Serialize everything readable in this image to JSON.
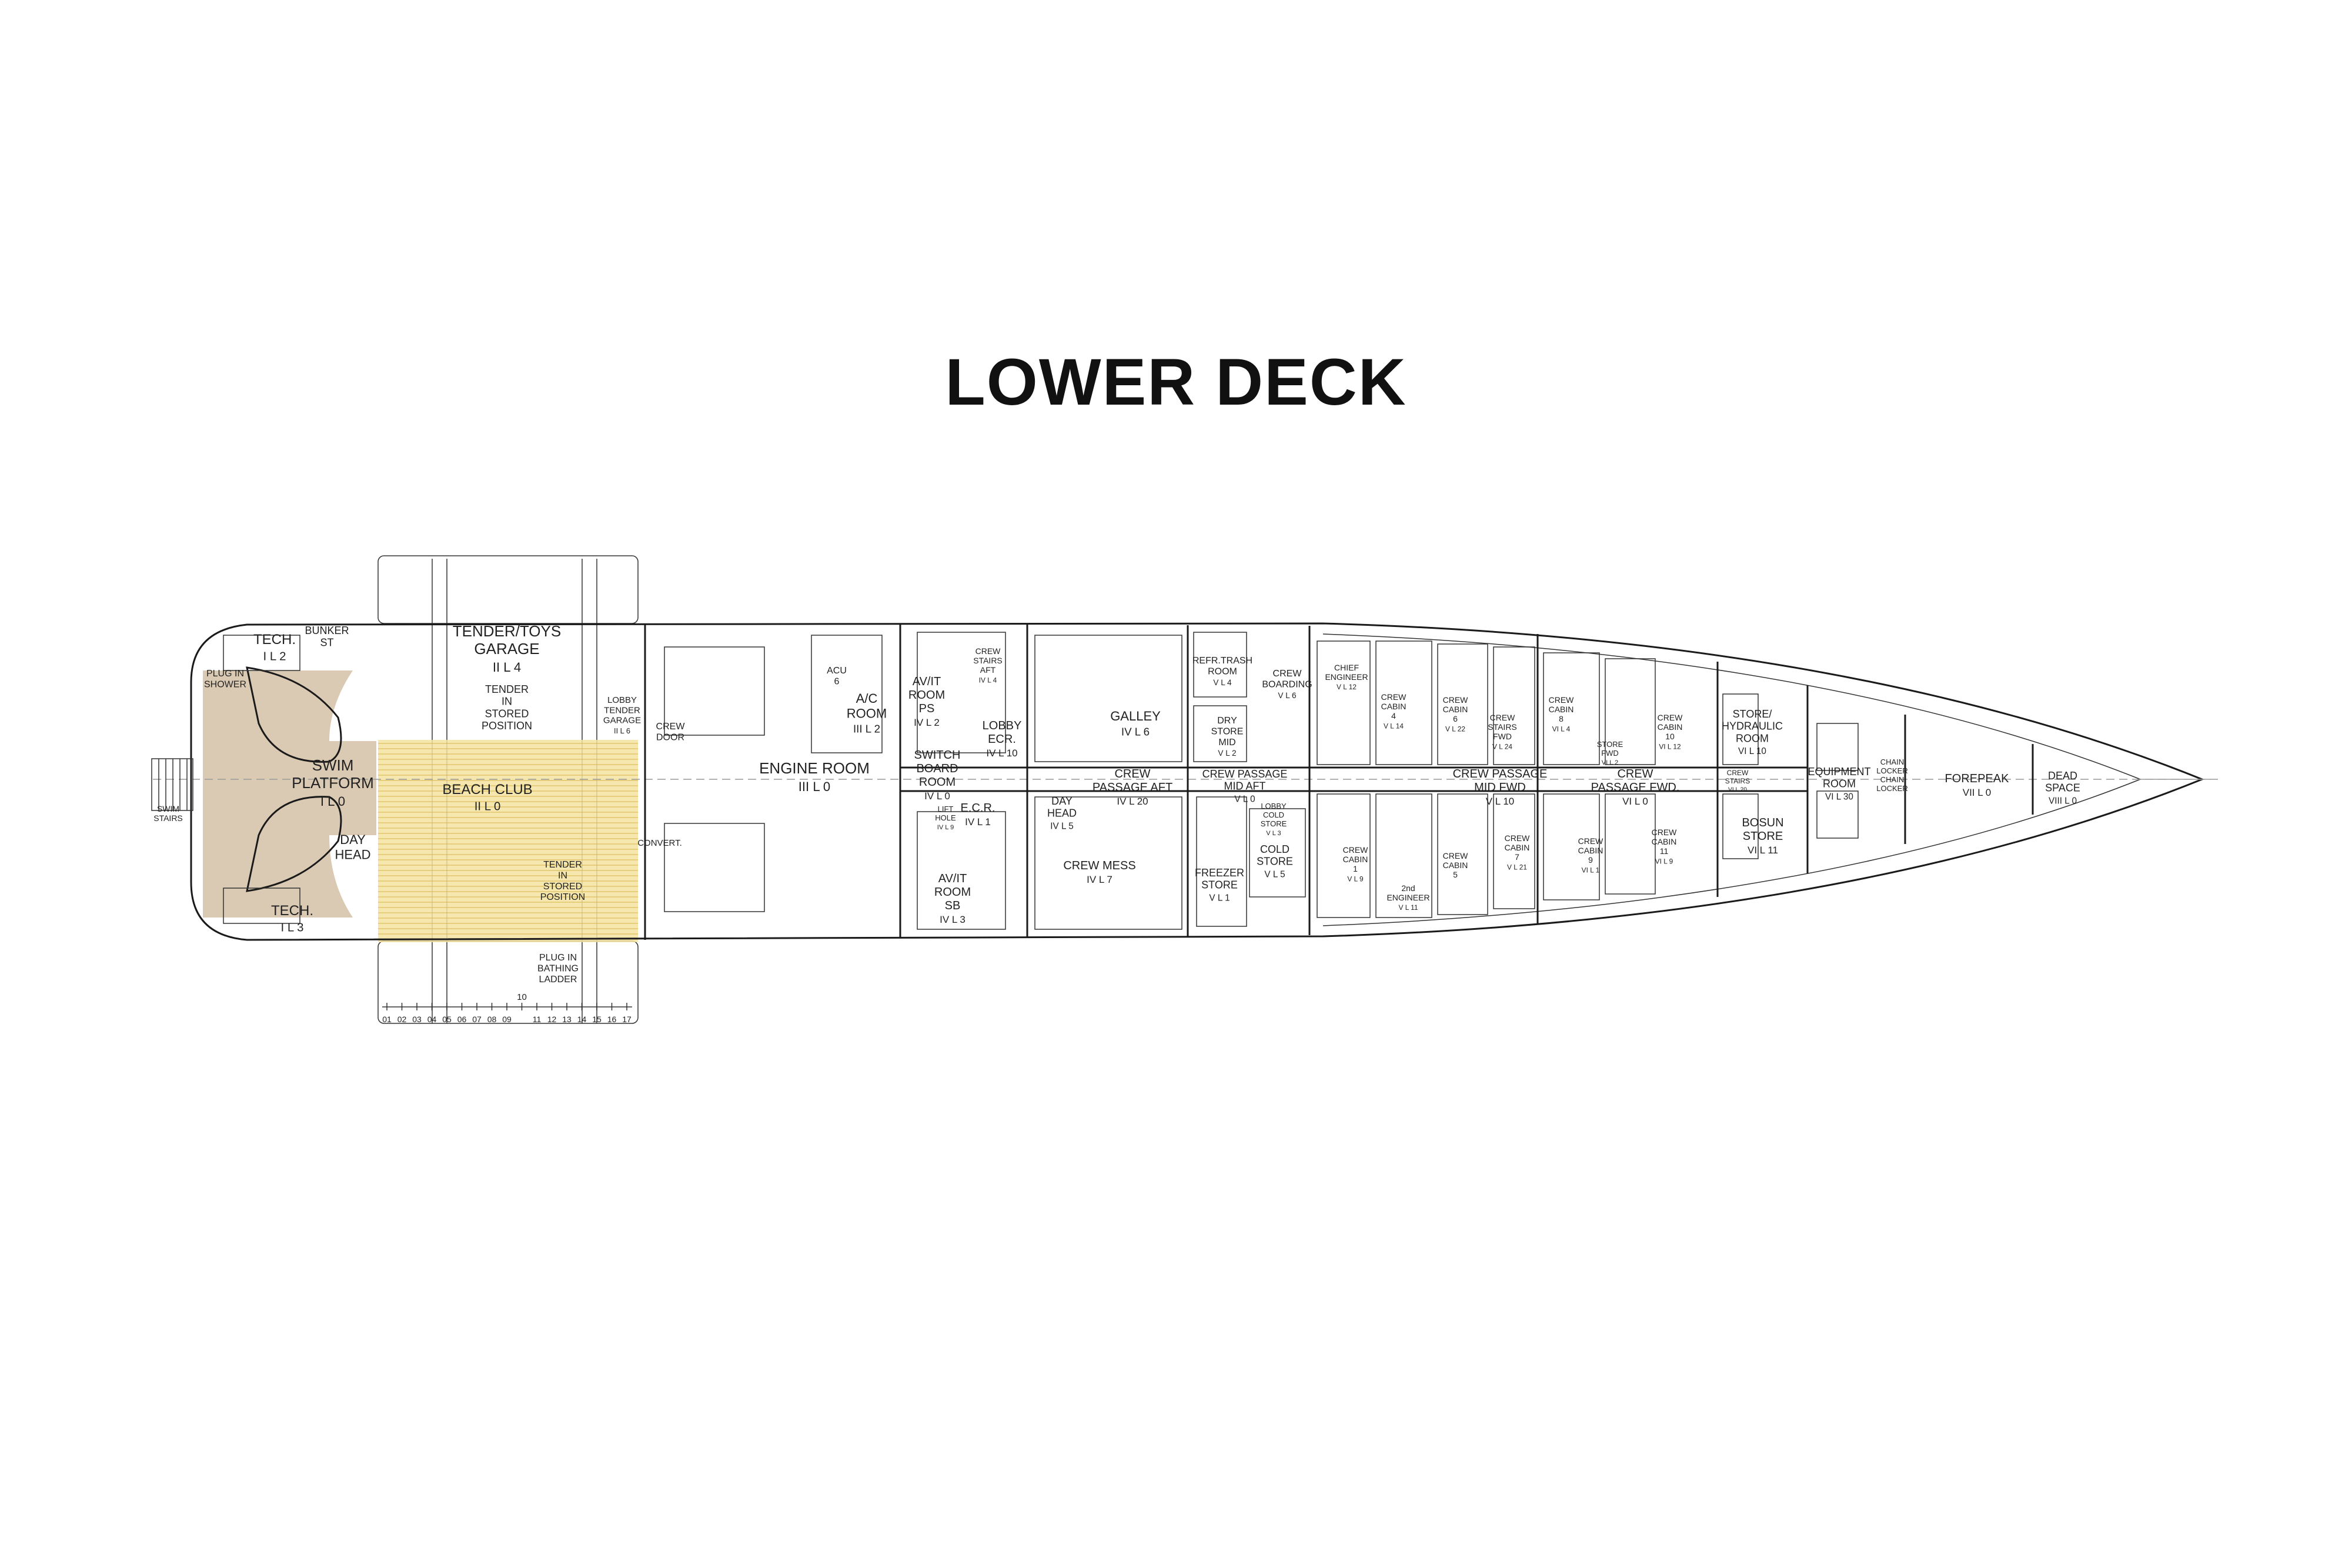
{
  "title": "LOWER DECK",
  "colors": {
    "beach_club": "#f3e3a0",
    "swim_platform": "#cfb89a",
    "line": "#1a1a1a"
  },
  "rooms": [
    {
      "lines": [
        "TECH."
      ],
      "code": "I L 2"
    },
    {
      "lines": [
        "BUNKER",
        "ST"
      ],
      "code": ""
    },
    {
      "lines": [
        "TENDER/TOYS",
        "GARAGE"
      ],
      "code": "II L 4"
    },
    {
      "lines": [
        "TENDER",
        "IN",
        "STORED",
        "POSITION"
      ],
      "code": ""
    },
    {
      "lines": [
        "PLUG IN",
        "SHOWER"
      ],
      "code": ""
    },
    {
      "lines": [
        "SWIM",
        "PLATFORM"
      ],
      "code": "I L 0"
    },
    {
      "lines": [
        "SWIM",
        "STAIRS"
      ],
      "code": ""
    },
    {
      "lines": [
        "DAY",
        "HEAD"
      ],
      "code": ""
    },
    {
      "lines": [
        "TECH."
      ],
      "code": "I L 3"
    },
    {
      "lines": [
        "BEACH CLUB"
      ],
      "code": "II L 0"
    },
    {
      "lines": [
        "TENDER",
        "IN",
        "STORED",
        "POSITION"
      ],
      "code": ""
    },
    {
      "lines": [
        "PLUG IN",
        "BATHING",
        "LADDER"
      ],
      "code": ""
    },
    {
      "lines": [
        "CREW",
        "DOOR"
      ],
      "code": ""
    },
    {
      "lines": [
        "LOBBY",
        "TENDER",
        "GARAGE"
      ],
      "code": "II L 6"
    },
    {
      "lines": [
        "CONVERT."
      ],
      "code": ""
    },
    {
      "lines": [
        "ENGINE ROOM"
      ],
      "code": "III L 0"
    },
    {
      "lines": [
        "A/C",
        "ROOM"
      ],
      "code": "III L 2"
    },
    {
      "lines": [
        "ACU",
        "6"
      ],
      "code": ""
    },
    {
      "lines": [
        "AV/IT",
        "ROOM",
        "PS"
      ],
      "code": "IV L 2"
    },
    {
      "lines": [
        "SWITCH",
        "BOARD",
        "ROOM"
      ],
      "code": "IV L 0"
    },
    {
      "lines": [
        "LOBBY",
        "ECR."
      ],
      "code": "IV L 10"
    },
    {
      "lines": [
        "CREW",
        "STAIRS",
        "AFT"
      ],
      "code": "IV L 4"
    },
    {
      "lines": [
        "LIFT",
        "HOLE"
      ],
      "code": "IV L 9"
    },
    {
      "lines": [
        "E.C.R."
      ],
      "code": "IV L 1"
    },
    {
      "lines": [
        "AV/IT",
        "ROOM",
        "SB"
      ],
      "code": "IV L 3"
    },
    {
      "lines": [
        "GALLEY"
      ],
      "code": "IV L 6"
    },
    {
      "lines": [
        "CREW",
        "PASSAGE AFT"
      ],
      "code": "IV L 20"
    },
    {
      "lines": [
        "DAY",
        "HEAD"
      ],
      "code": "IV L 5"
    },
    {
      "lines": [
        "CREW MESS"
      ],
      "code": "IV L 7"
    },
    {
      "lines": [
        "REFR.TRASH",
        "ROOM"
      ],
      "code": "V L 4"
    },
    {
      "lines": [
        "DRY",
        "STORE",
        "MID"
      ],
      "code": "V L 2"
    },
    {
      "lines": [
        "CREW",
        "BOARDING"
      ],
      "code": "V L 6"
    },
    {
      "lines": [
        "CREW PASSAGE",
        "MID  AFT"
      ],
      "code": "V L 0"
    },
    {
      "lines": [
        "FREEZER",
        "STORE"
      ],
      "code": "V L 1"
    },
    {
      "lines": [
        "COLD",
        "STORE"
      ],
      "code": "V L 5"
    },
    {
      "lines": [
        "LOBBY",
        "COLD",
        "STORE"
      ],
      "code": "V L 3"
    },
    {
      "lines": [
        "CHIEF",
        "ENGINEER"
      ],
      "code": "V L 12"
    },
    {
      "lines": [
        "CREW",
        "CABIN",
        "4"
      ],
      "code": "V L 14"
    },
    {
      "lines": [
        "CREW",
        "CABIN",
        "6"
      ],
      "code": "V L 22"
    },
    {
      "lines": [
        "CREW",
        "STAIRS",
        "FWD"
      ],
      "code": "V L 24"
    },
    {
      "lines": [
        "CREW PASSAGE",
        "MID FWD"
      ],
      "code": "V L 10"
    },
    {
      "lines": [
        "CREW",
        "CABIN",
        "1"
      ],
      "code": "V L 9"
    },
    {
      "lines": [
        "2nd",
        "ENGINEER"
      ],
      "code": "V L 11"
    },
    {
      "lines": [
        "CREW",
        "CABIN",
        "5"
      ],
      "code": ""
    },
    {
      "lines": [
        "CREW",
        "CABIN",
        "7"
      ],
      "code": "V L 21"
    },
    {
      "lines": [
        "CREW",
        "CABIN",
        "8"
      ],
      "code": "VI L 4"
    },
    {
      "lines": [
        "STORE",
        "FWD"
      ],
      "code": "VI L 2"
    },
    {
      "lines": [
        "CREW",
        "CABIN",
        "10"
      ],
      "code": "VI L 12"
    },
    {
      "lines": [
        "CREW",
        "PASSAGE FWD."
      ],
      "code": "VI L 0"
    },
    {
      "lines": [
        "CREW",
        "CABIN",
        "9"
      ],
      "code": "VI L 1"
    },
    {
      "lines": [
        "CREW",
        "CABIN",
        "11"
      ],
      "code": "VI L 9"
    },
    {
      "lines": [
        "STORE/",
        "HYDRAULIC",
        "ROOM"
      ],
      "code": "VI L 10"
    },
    {
      "lines": [
        "CREW",
        "STAIRS"
      ],
      "code": "VI L 20"
    },
    {
      "lines": [
        "BOSUN",
        "STORE"
      ],
      "code": "VI L 11"
    },
    {
      "lines": [
        "EQUIPMENT",
        "ROOM"
      ],
      "code": "VI L 30"
    },
    {
      "lines": [
        "CHAIN",
        "LOCKER",
        "CHAIN",
        "LOCKER"
      ],
      "code": ""
    },
    {
      "lines": [
        "FOREPEAK"
      ],
      "code": "VII L 0"
    },
    {
      "lines": [
        "DEAD",
        "SPACE"
      ],
      "code": "VIII L 0"
    }
  ],
  "frame_numbers": [
    "01",
    "02",
    "03",
    "04",
    "05",
    "06",
    "07",
    "08",
    "09",
    "11",
    "12",
    "13",
    "14",
    "15",
    "16",
    "17"
  ],
  "frame_mid_label": "10"
}
